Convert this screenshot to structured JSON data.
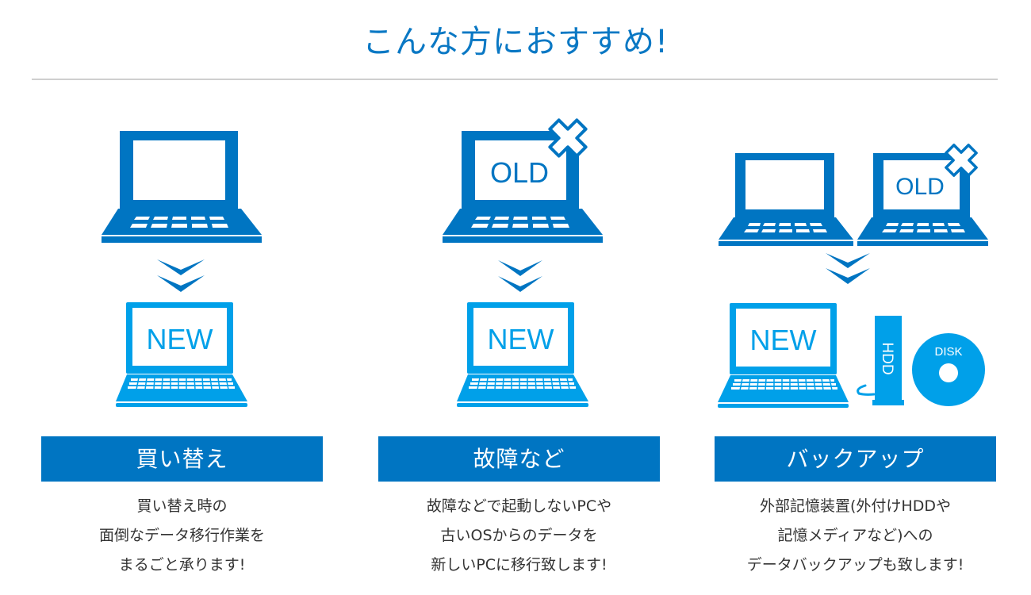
{
  "header": {
    "title": "こんな方におすすめ!"
  },
  "colors": {
    "title": "#0a78c4",
    "dark_blue": "#0075c2",
    "light_blue": "#00a0e9",
    "rule": "#cfcfcf",
    "text": "#333333"
  },
  "columns": [
    {
      "band_label": "買い替え",
      "description": [
        "買い替え時の",
        "面倒なデータ移行作業を",
        "まるごと承ります!"
      ],
      "icons": [
        "laptop-icon",
        "double-chevron-down-icon",
        "laptop-new-icon"
      ],
      "new_screen_label": "NEW"
    },
    {
      "band_label": "故障など",
      "description": [
        "故障などで起動しないPCや",
        "古いOSからのデータを",
        "新しいPCに移行致します!"
      ],
      "icons": [
        "laptop-old-broken-icon",
        "double-chevron-down-icon",
        "laptop-new-icon"
      ],
      "old_screen_label": "OLD",
      "new_screen_label": "NEW"
    },
    {
      "band_label": "バックアップ",
      "description": [
        "外部記憶装置(外付けHDDや",
        "記憶メディアなど)への",
        "データバックアップも致します!"
      ],
      "icons": [
        "laptop-icon",
        "laptop-old-broken-icon",
        "double-chevron-down-icon",
        "laptop-new-icon",
        "hdd-icon",
        "disk-icon"
      ],
      "old_screen_label": "OLD",
      "new_screen_label": "NEW",
      "hdd_label": "HDD",
      "disk_label": "DISK"
    }
  ]
}
